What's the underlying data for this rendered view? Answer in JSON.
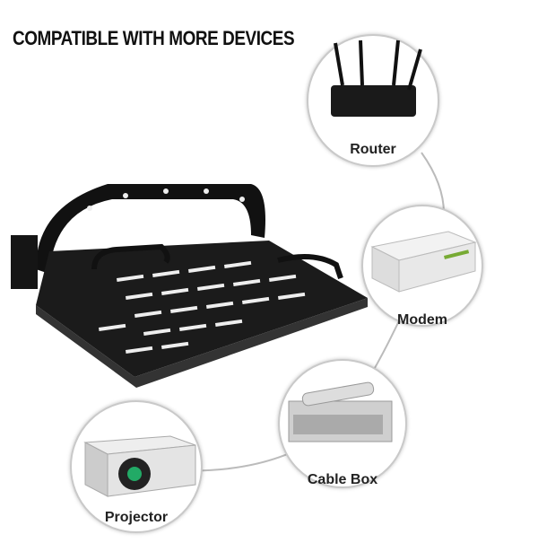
{
  "title": "COMPATIBLE WITH MORE DEVICES",
  "devices": [
    {
      "label": "Router"
    },
    {
      "label": "Modem"
    },
    {
      "label": "Cable Box"
    },
    {
      "label": "Projector"
    }
  ]
}
